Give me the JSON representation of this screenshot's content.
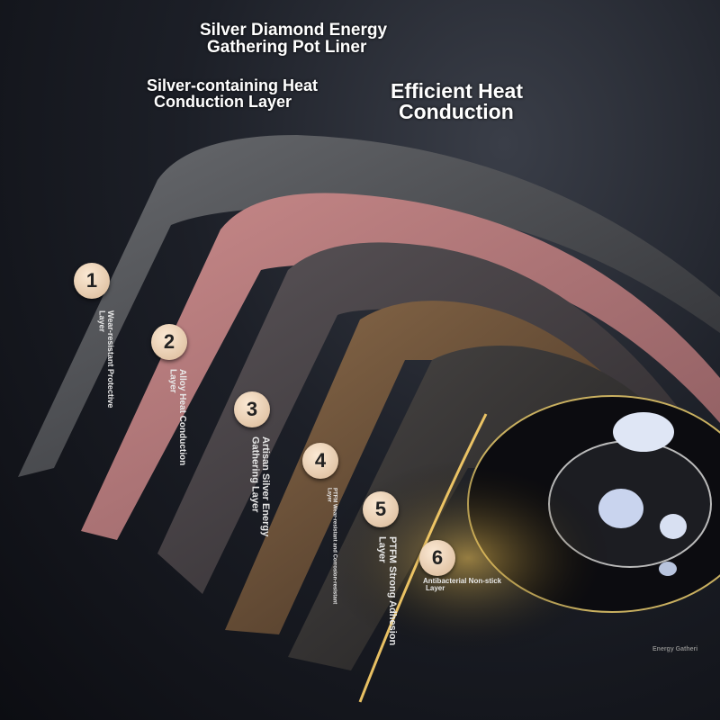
{
  "headings": {
    "top_line1": "Silver Diamond Energy",
    "top_line2": "Gathering Pot Liner",
    "left_line1": "Silver-containing Heat",
    "left_line2": "Conduction Layer",
    "right_line1": "Efficient Heat",
    "right_line2": "Conduction"
  },
  "layers": [
    {
      "number": "1",
      "label_line1": "Wear-resistant Protective",
      "label_line2": "Layer"
    },
    {
      "number": "2",
      "label_line1": "Alloy Heat Conduction",
      "label_line2": "Layer"
    },
    {
      "number": "3",
      "label_line1": "Artisan Silver Energy",
      "label_line2": "Gathering Layer"
    },
    {
      "number": "4",
      "label_line1": "PTFM Wear-resistant and Corrosion-resistant",
      "label_line2": "Layer"
    },
    {
      "number": "5",
      "label_line1": "PTFM Strong Adhesion",
      "label_line2": "Layer"
    },
    {
      "number": "6",
      "label_line1": "Antibacterial Non-stick",
      "label_line2": "Layer"
    }
  ],
  "corner_caption": "Energy Gatheri"
}
